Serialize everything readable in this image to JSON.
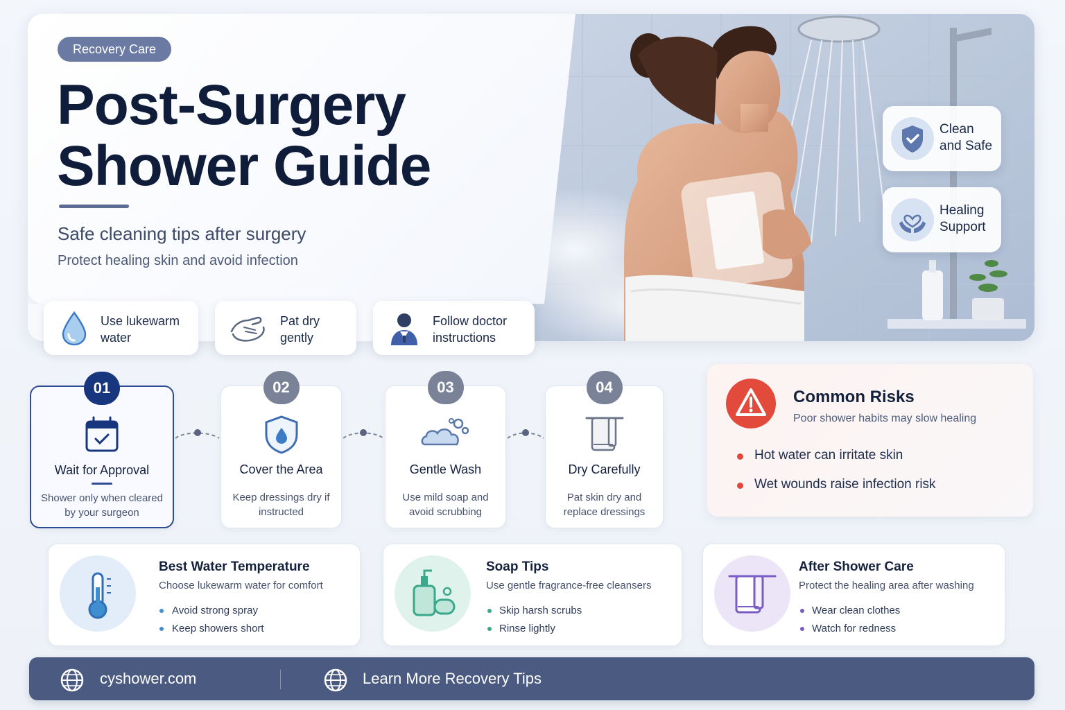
{
  "hero": {
    "pill": "Recovery Care",
    "title_line1": "Post-Surgery",
    "title_line2": "Shower Guide",
    "subtitle": "Safe cleaning tips after surgery",
    "tagline": "Protect healing skin and avoid infection"
  },
  "badges": [
    {
      "icon": "shield-check-icon",
      "label": "Clean and Safe"
    },
    {
      "icon": "heart-hands-icon",
      "label": "Healing Support"
    }
  ],
  "quick_tips": [
    {
      "icon": "water-drop-icon",
      "label": "Use lukewarm water"
    },
    {
      "icon": "hands-icon",
      "label": "Pat dry gently"
    },
    {
      "icon": "doctor-icon",
      "label": "Follow doctor instructions"
    }
  ],
  "steps": [
    {
      "num": "01",
      "icon": "calendar-check-icon",
      "title": "Wait for Approval",
      "desc": "Shower only when cleared by your surgeon"
    },
    {
      "num": "02",
      "icon": "shield-drop-icon",
      "title": "Cover the Area",
      "desc": "Keep dressings dry if instructed"
    },
    {
      "num": "03",
      "icon": "soap-bubbles-icon",
      "title": "Gentle Wash",
      "desc": "Use mild soap and avoid scrubbing"
    },
    {
      "num": "04",
      "icon": "towel-icon",
      "title": "Dry Carefully",
      "desc": "Pat skin dry and replace dressings"
    }
  ],
  "risks": {
    "title": "Common Risks",
    "subtitle": "Poor shower habits may slow healing",
    "items": [
      "Hot water can irritate skin",
      "Wet wounds raise infection risk"
    ],
    "accent": "#e24a3b"
  },
  "info_cards": [
    {
      "icon": "thermometer-icon",
      "title": "Best Water Temperature",
      "subtitle": "Choose lukewarm water for comfort",
      "bullets": [
        "Avoid strong spray",
        "Keep showers short"
      ],
      "color": "#3f8fd0"
    },
    {
      "icon": "soap-bottle-icon",
      "title": "Soap Tips",
      "subtitle": "Use gentle fragrance-free cleansers",
      "bullets": [
        "Skip harsh scrubs",
        "Rinse lightly"
      ],
      "color": "#3aa88a"
    },
    {
      "icon": "towel-rack-icon",
      "title": "After Shower Care",
      "subtitle": "Protect the healing area after washing",
      "bullets": [
        "Wear clean clothes",
        "Watch for redness"
      ],
      "color": "#7a5cc4"
    }
  ],
  "footer": {
    "site": "cyshower.com",
    "cta": "Learn More Recovery Tips"
  }
}
